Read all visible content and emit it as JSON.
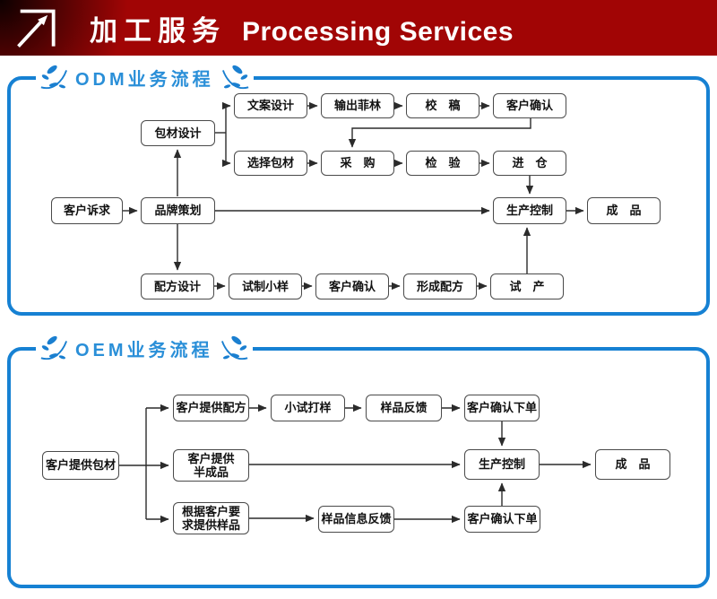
{
  "header": {
    "title_zh": "加工服务",
    "title_en": "Processing Services",
    "icon": "arrow-up-right",
    "bg_color": "#a10505"
  },
  "colors": {
    "panel_border": "#1681d3",
    "title_blue": "#2a8fd8",
    "node_border": "#4a4a4a",
    "connector": "#2b2b2b"
  },
  "odm": {
    "title": "ODM业务流程",
    "nodes": {
      "customer_demand": "客户诉求",
      "brand_planning": "品牌策划",
      "packaging_design": "包材设计",
      "copy_design": "文案设计",
      "film_output": "输出菲林",
      "proofreading": "校　稿",
      "customer_confirm_top": "客户确认",
      "select_packaging": "选择包材",
      "purchasing": "采　购",
      "inspection": "检　验",
      "warehousing": "进　仓",
      "production_control": "生产控制",
      "finished_product": "成　品",
      "formula_design": "配方设计",
      "trial_sample": "试制小样",
      "customer_confirm_bottom": "客户确认",
      "form_formula": "形成配方",
      "trial_production": "试　产"
    }
  },
  "oem": {
    "title": "OEM业务流程",
    "nodes": {
      "customer_packaging": "客户提供包材",
      "customer_formula": "客户提供配方",
      "small_trial": "小试打样",
      "sample_feedback": "样品反馈",
      "confirm_order_top": "客户确认下单",
      "semi_finished": "客户提供\n半成品",
      "production_control": "生产控制",
      "finished_product": "成　品",
      "per_request_sample": "根据客户要\n求提供样品",
      "sample_info_feedback": "样品信息反馈",
      "confirm_order_bottom": "客户确认下单"
    }
  }
}
